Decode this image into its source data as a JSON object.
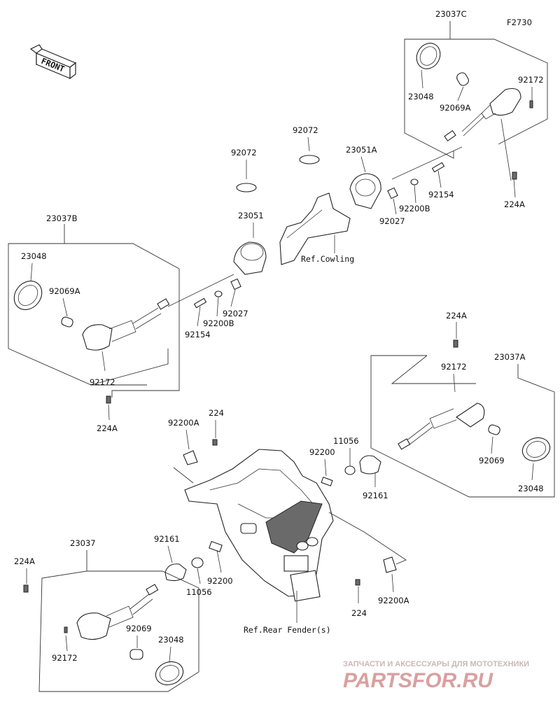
{
  "figure_code": "F2730",
  "front_indicator": "FRONT",
  "assemblies": {
    "a23037C": "23037C",
    "a23037B": "23037B",
    "a23037A": "23037A",
    "a23037": "23037"
  },
  "labels": {
    "l23048_c": "23048",
    "l92069A_c": "92069A",
    "l92172_c": "92172",
    "l224A_c": "224A",
    "l92072_left": "92072",
    "l92072_right": "92072",
    "l23051A": "23051A",
    "l23051": "23051",
    "l92154_right": "92154",
    "l92200B_right": "92200B",
    "l92027_right": "92027",
    "ref_cowling": "Ref.Cowling",
    "l23048_b": "23048",
    "l92069A_b": "92069A",
    "l92027_left": "92027",
    "l92200B_left": "92200B",
    "l92154_left": "92154",
    "l92172_b": "92172",
    "l224A_b": "224A",
    "l224A_a_top": "224A",
    "l92172_a": "92172",
    "l92069_a": "92069",
    "l23048_a": "23048",
    "l92200A_top": "92200A",
    "l224_top": "224",
    "l92200_top": "92200",
    "l11056_top": "11056",
    "l92161_top": "92161",
    "l92161_bottom": "92161",
    "l92200_bottom": "92200",
    "l11056_bottom": "11056",
    "l224A_bottom": "224A",
    "l224_bottom": "224",
    "l92200A_bottom": "92200A",
    "ref_rear_fender": "Ref.Rear Fender(s)",
    "l92069_bottom": "92069",
    "l23048_bottom": "23048",
    "l92172_bottom": "92172"
  },
  "watermark": {
    "tagline": "ЗАПЧАСТИ И АКСЕССУАРЫ ДЛЯ МОТОТЕХНИКИ",
    "brand": "PARTSFOR.RU"
  }
}
